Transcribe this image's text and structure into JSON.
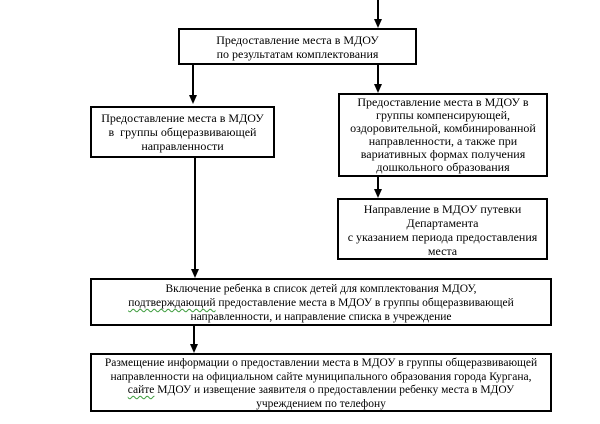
{
  "diagram": {
    "type": "flowchart",
    "language": "ru",
    "colors": {
      "background": "#ffffff",
      "box_border": "#000000",
      "text": "#000000",
      "spellcheck_underline": "#3a9a3a"
    },
    "boxes": {
      "provision_by_results": {
        "lines": [
          "Предоставление места в МДОУ",
          "по результатам комплектования"
        ]
      },
      "general_developmental": {
        "lines": [
          "Предоставление места в МДОУ",
          "в  группы общеразвивающей",
          "направленности"
        ]
      },
      "compensating_combined": {
        "lines": [
          "Предоставление места в МДОУ в",
          "группы компенсирующей,",
          "оздоровительной, комбинированной",
          "направленности, а также при",
          "вариативных формах получения",
          "дошкольного образования"
        ]
      },
      "referral_voucher": {
        "lines": [
          "Направление в МДОУ путевки",
          "Департамента",
          "с указанием периода предоставления",
          "места"
        ]
      },
      "inclusion_in_list": {
        "line1": "Включение ребенка в список детей для комплектования МДОУ,",
        "line2_marked_word": "подтверждающий",
        "line2_rest": " предоставление места в МДОУ в группы общеразвивающей",
        "line3": "направленности, и направление списка в учреждение"
      },
      "information_posting": {
        "line1": "Размещение информации о предоставлении места в МДОУ в группы общеразвивающей",
        "line2": "направленности на официальном сайте муниципального образования города Кургана,",
        "line3_marked_word": "сайте",
        "line3_rest": " МДОУ и извещение заявителя о предоставлении ребенку места в МДОУ",
        "line4": "учреждением по телефону"
      }
    },
    "connectors": [
      {
        "from": "offscreen-top",
        "to": "provision_by_results"
      },
      {
        "from": "provision_by_results",
        "to": "general_developmental"
      },
      {
        "from": "provision_by_results",
        "to": "compensating_combined"
      },
      {
        "from": "compensating_combined",
        "to": "referral_voucher"
      },
      {
        "from": "general_developmental",
        "to": "inclusion_in_list"
      },
      {
        "from": "inclusion_in_list",
        "to": "information_posting"
      }
    ]
  }
}
